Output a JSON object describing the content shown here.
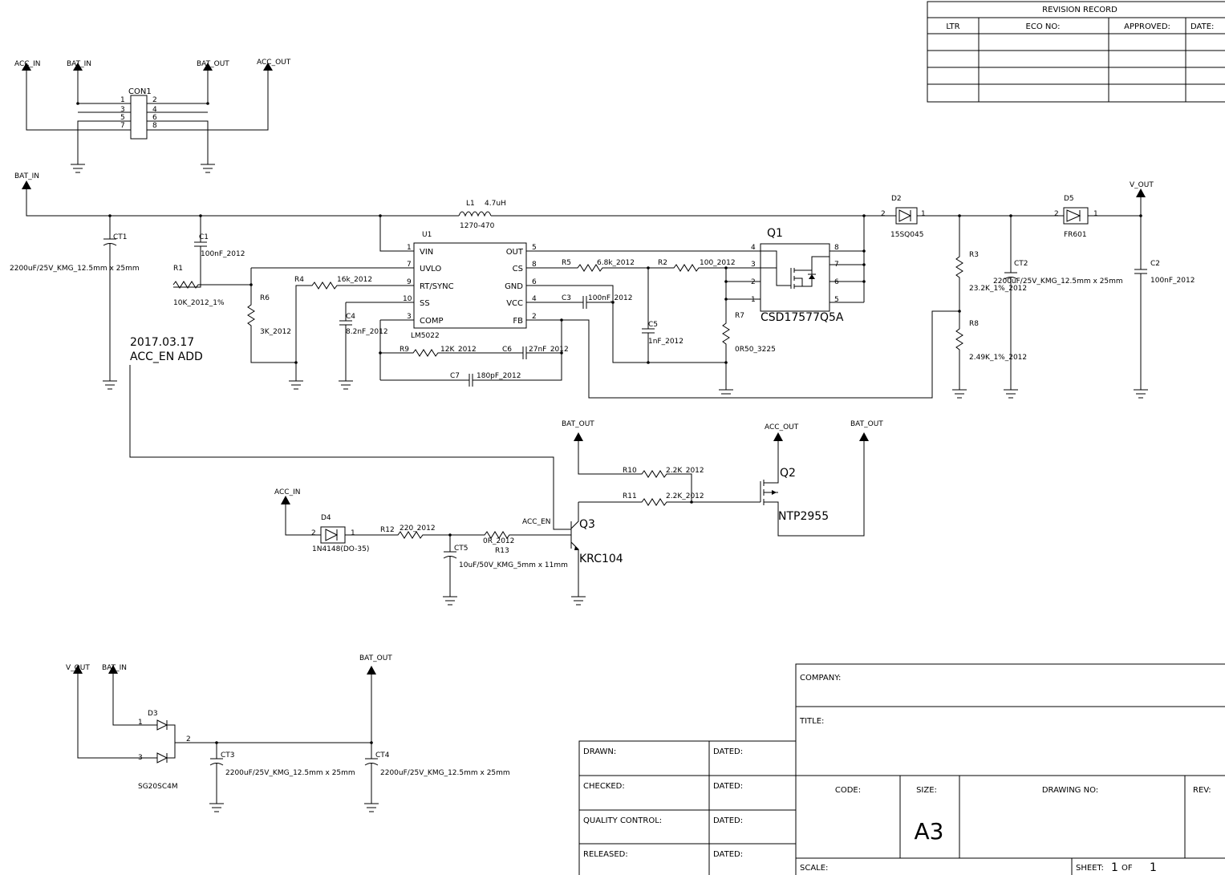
{
  "revision": {
    "title": "REVISION RECORD",
    "headers": [
      "LTR",
      "ECO NO:",
      "APPROVED:",
      "DATE:"
    ]
  },
  "nets": {
    "acc_in": "ACC_IN",
    "bat_in": "BAT_IN",
    "bat_out": "BAT_OUT",
    "acc_out": "ACC_OUT",
    "v_out": "V_OUT",
    "acc_en": "ACC_EN"
  },
  "connector": {
    "ref": "CON1",
    "pins": [
      "1",
      "2",
      "3",
      "4",
      "5",
      "6",
      "7",
      "8"
    ]
  },
  "components": {
    "ct1": {
      "ref": "CT1",
      "value": "2200uF/25V_KMG_12.5mm x 25mm"
    },
    "c1": {
      "ref": "C1",
      "value": "100nF_2012"
    },
    "l1": {
      "ref": "L1",
      "value": "4.7uH",
      "part": "1270-470"
    },
    "r1": {
      "ref": "R1",
      "value": "10K_2012_1%"
    },
    "r6": {
      "ref": "R6",
      "value": "3K_2012"
    },
    "r4": {
      "ref": "R4",
      "value": "16k_2012"
    },
    "c4": {
      "ref": "C4",
      "value": "8.2nF_2012"
    },
    "r9": {
      "ref": "R9",
      "value": "12K_2012"
    },
    "c6": {
      "ref": "C6",
      "value": "27nF_2012"
    },
    "c7": {
      "ref": "C7",
      "value": "180pF_2012"
    },
    "r5": {
      "ref": "R5",
      "value": "6.8k_2012"
    },
    "r2": {
      "ref": "R2",
      "value": "100_2012"
    },
    "c3": {
      "ref": "C3",
      "value": "100nF_2012"
    },
    "c5": {
      "ref": "C5",
      "value": "1nF_2012"
    },
    "r7": {
      "ref": "R7",
      "value": "0R50_3225"
    },
    "q1": {
      "ref": "Q1",
      "part": "CSD17577Q5A",
      "pins": [
        "4",
        "3",
        "2",
        "1",
        "8",
        "7",
        "6",
        "5"
      ]
    },
    "d2": {
      "ref": "D2",
      "part": "15SQ045",
      "pin_a": "2",
      "pin_k": "1"
    },
    "r3": {
      "ref": "R3",
      "value": "23.2K_1%_2012"
    },
    "r8": {
      "ref": "R8",
      "value": "2.49K_1%_2012"
    },
    "ct2": {
      "ref": "CT2",
      "value": "2200uF/25V_KMG_12.5mm x 25mm"
    },
    "d5": {
      "ref": "D5",
      "part": "FR601",
      "pin_a": "2",
      "pin_k": "1"
    },
    "c2": {
      "ref": "C2",
      "value": "100nF_2012"
    },
    "r10": {
      "ref": "R10",
      "value": "2.2K_2012"
    },
    "r11": {
      "ref": "R11",
      "value": "2.2K_2012"
    },
    "q2": {
      "ref": "Q2",
      "part": "NTP2955"
    },
    "d4": {
      "ref": "D4",
      "part": "1N4148(DO-35)",
      "pin_a": "2",
      "pin_k": "1"
    },
    "r12": {
      "ref": "R12",
      "value": "220_2012"
    },
    "ct5": {
      "ref": "CT5",
      "value": "10uF/50V_KMG_5mm x 11mm"
    },
    "r13": {
      "ref": "R13",
      "value": "0R_2012"
    },
    "q3": {
      "ref": "Q3",
      "part": "KRC104"
    },
    "d3": {
      "ref": "D3",
      "part": "SG20SC4M",
      "pins": [
        "1",
        "3",
        "2"
      ]
    },
    "ct3": {
      "ref": "CT3",
      "value": "2200uF/25V_KMG_12.5mm x 25mm"
    },
    "ct4": {
      "ref": "CT4",
      "value": "2200uF/25V_KMG_12.5mm x 25mm"
    }
  },
  "u1": {
    "ref": "U1",
    "part": "LM5022",
    "left_pins": [
      {
        "num": "1",
        "name": "VIN"
      },
      {
        "num": "7",
        "name": "UVLO"
      },
      {
        "num": "9",
        "name": "RT/SYNC"
      },
      {
        "num": "10",
        "name": "SS"
      },
      {
        "num": "3",
        "name": "COMP"
      }
    ],
    "right_pins": [
      {
        "num": "5",
        "name": "OUT"
      },
      {
        "num": "8",
        "name": "CS"
      },
      {
        "num": "6",
        "name": "GND"
      },
      {
        "num": "4",
        "name": "VCC"
      },
      {
        "num": "2",
        "name": "FB"
      }
    ]
  },
  "note": {
    "line1": "2017.03.17",
    "line2": "ACC_EN ADD"
  },
  "title_block": {
    "drawn": "DRAWN:",
    "checked": "CHECKED:",
    "quality": "QUALITY CONTROL:",
    "released": "RELEASED:",
    "dated": "DATED:",
    "company": "COMPANY:",
    "title": "TITLE:",
    "code": "CODE:",
    "size_label": "SIZE:",
    "size": "A3",
    "drawing_no": "DRAWING NO:",
    "rev": "REV:",
    "scale": "SCALE:",
    "sheet": "SHEET:",
    "sheet_num": "1",
    "of": "OF",
    "sheet_total": "1"
  }
}
